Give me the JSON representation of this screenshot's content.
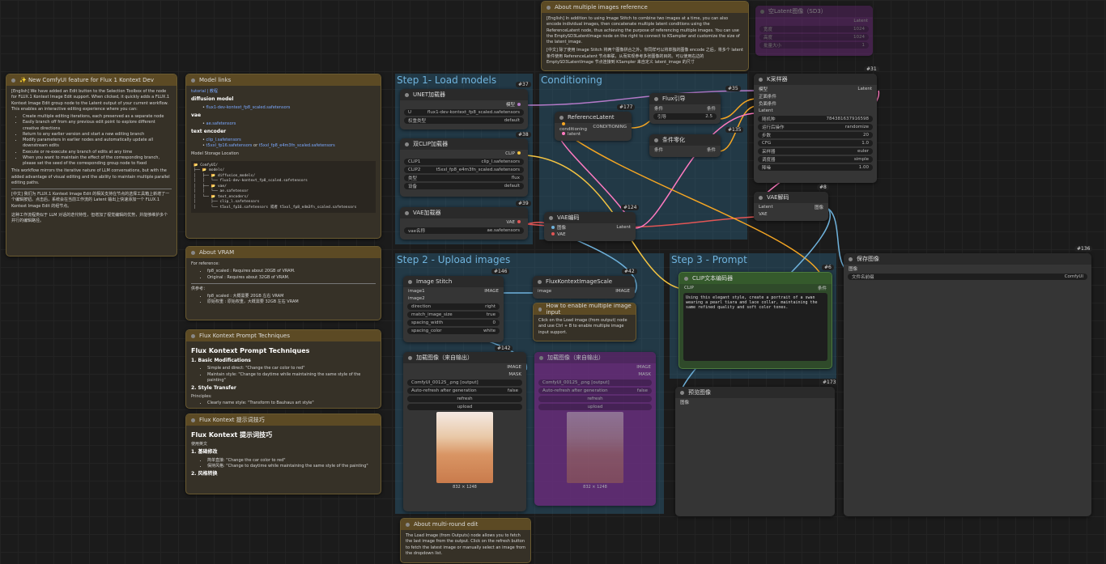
{
  "groups": {
    "step1": "Step 1- Load models",
    "conditioning": "Conditioning",
    "step2": "Step 2 - Upload images",
    "step3": "Step 3 - Prompt"
  },
  "notes": {
    "new_feature": {
      "title": "✨ New ComfyUI feature for Flux 1 Kontext Dev",
      "p1": "[English] We have added an Edit button to the Selection Toolbox of the node for FLUX.1 Kontext Image Edit support. When clicked, it quickly adds a FLUX.1 Kontext Image Edit group node to the Latent output of your current workflow. This enables an interactive editing experience where you can:",
      "bullets": [
        "Create multiple editing iterations, each preserved as a separate node",
        "Easily branch off from any previous edit point to explore different creative directions",
        "Return to any earlier version and start a new editing branch",
        "Modify parameters in earlier nodes and automatically update all downstream edits",
        "Execute or re-execute any branch of edits at any time",
        "When you want to maintain the effect of the corresponding branch, please set the seed of the corresponding group node to fixed"
      ],
      "p2": "This workflow mirrors the iterative nature of LLM conversations, but with the added advantage of visual editing and the ability to maintain multiple parallel editing paths.",
      "cn1": "[中文] 我们为 FLUX.1 Kontext Image Edit 的相关支持在节点的选择工具箱上新增了一个编辑按钮。点击后，系统会在当前工作流的 Latent 输出上快速添加一个 FLUX.1 Kontext Image Edit 的组节点。",
      "cn2": "这种工作流程类似于 LLM 对话的迭代特性，但增加了视觉编辑的优势，并能够维护多个并行的编辑路径。"
    },
    "model_links": {
      "title": "Model links",
      "tutorial": "tutorial | 教程",
      "diffusion_model": "diffusion model",
      "dm_link": "flux1-dev-kontext_fp8_scaled.safetensors",
      "vae": "vae",
      "vae_link": "ae.safetensors",
      "text_encoder": "text encoder",
      "te_link1": "clip_l.safetensors",
      "te_link2": "t5xxl_fp16.safetensors",
      "te_or": "or",
      "te_link3": "t5xxl_fp8_e4m3fn_scaled.safetensors",
      "storage": "Model Storage Location",
      "tree": [
        "📂 ComfyUI/",
        "├── 📂 models/",
        "│   ├── 📂 diffusion_models/",
        "│   │   └── flux1-dev-kontext_fp8_scaled.safetensors",
        "│   ├── 📂 vae/",
        "│   │   └── ae.safetensor",
        "│   └── 📂 text_encoders/",
        "│       ├── clip_l.safetensors",
        "│       └── t5xxl_fp16.safetensors 或者 t5xxl_fp8_e4m3fn_scaled.safetensors"
      ]
    },
    "vram": {
      "title": "About VRAM",
      "for_ref": "For reference:",
      "b1": "fp8_scaled : Requires about 20GB of VRAM.",
      "b2": "Original : Requires about 32GB of VRAM.",
      "cn_ref": "供参考：",
      "c1": "fp8_scaled : 大概需要 20GB 左右 VRAM",
      "c2": "原始权重 : 原始权重，大概需要 32GB 左右 VRAM"
    },
    "techniques": {
      "title": "Flux Kontext Prompt Techniques",
      "h1": "Flux Kontext Prompt Techniques",
      "s1": "1. Basic Modifications",
      "s1b": [
        "Simple and direct: \"Change the car color to red\"",
        "Maintain style: \"Change to daytime while maintaining the same style of the painting\""
      ],
      "s2": "2. Style Transfer",
      "principles": "Principles:",
      "p1": "Clearly name style: \"Transform to Bauhaus art style\""
    },
    "techniques_cn": {
      "title": "Flux Kontext 提示词技巧",
      "h1": "Flux Kontext 提示词技巧",
      "lang": "使用英文",
      "s1": "1. 基础修改",
      "s1b": [
        "简单直接: \"Change the car color to red\"",
        "保持风格: \"Change to daytime while maintaining the same style of the painting\""
      ],
      "s2": "2. 风格转换"
    },
    "multi_image": {
      "title": "About multiple images reference",
      "p1": "[English] In addition to using Image Stitch to combine two images at a time, you can also encode individual images, then concatenate multiple latent conditions using the ReferenceLatent node, thus achieving the purpose of referencing multiple images. You can use the EmptySD3LatentImage node on the right to connect to KSampler and customize the size of the latent_image.",
      "p2": "[中文] 除了使用 Image Stitch 将两个图像拼合之外，你同样可以将单独的图像 encode 之后，将多个 latent 条件使用 ReferenceLatent 节点串联，从而实现参考多张图像的目的。可以使用右边的 EmptySD3LatentImage 节点连接到 KSampler 来自定义 latent_image 的尺寸"
    },
    "how_multi": {
      "title": "How to enable multiple image input",
      "text": "Click on the Load image (from output) node and use Ctrl + B to enable multiple image input support."
    },
    "multi_round": {
      "title": "About multi-round edit",
      "text": "The Load Image (from Outputs) node allows you to fetch the last image from the output. Click on the refresh button to fetch the latest image or manually select an image from the dropdown list."
    }
  },
  "nodes": {
    "unet": {
      "badge": "#37",
      "title": "UNET加载器",
      "out": "模型",
      "w1_label": "U",
      "w1_value": "flux1-dev-kontext_fp8_scaled.safetensors",
      "w2_label": "权重类型",
      "w2_value": "default"
    },
    "clip": {
      "badge": "#38",
      "title": "双CLIP加载器",
      "out": "CLIP",
      "w1_label": "CLIP1",
      "w1_value": "clip_l.safetensors",
      "w2_label": "CLIP2",
      "w2_value": "t5xxl_fp8_e4m3fn_scaled.safetensors",
      "w3_label": "类型",
      "w3_value": "flux",
      "w4_label": "设备",
      "w4_value": "default"
    },
    "vae_loader": {
      "badge": "#39",
      "title": "VAE加载器",
      "out": "VAE",
      "w1_label": "vae名称",
      "w1_value": "ae.safetensors"
    },
    "ref_latent": {
      "badge": "#177",
      "title": "ReferenceLatent",
      "in1": "conditioning",
      "in2": "latent",
      "out": "CONDITIONING"
    },
    "flux_guide": {
      "badge": "#35",
      "title": "Flux引导",
      "in": "条件",
      "out": "条件",
      "w_label": "引导",
      "w_value": "2.5"
    },
    "cond_zero": {
      "badge": "#135",
      "title": "条件零化",
      "in": "条件",
      "out": "条件"
    },
    "vae_encode": {
      "badge": "#124",
      "title": "VAE编码",
      "in1": "图像",
      "in2": "VAE",
      "out": "Latent"
    },
    "ksampler": {
      "badge": "#31",
      "title": "K采样器",
      "in1": "模型",
      "in2": "正面条件",
      "in3": "负面条件",
      "in4": "Latent",
      "out": "Latent",
      "widgets": [
        [
          "随机种",
          "784381637916598"
        ],
        [
          "运行后操作",
          "randomize"
        ],
        [
          "步数",
          "20"
        ],
        [
          "CFG",
          "1.0"
        ],
        [
          "采样器",
          "euler"
        ],
        [
          "调度器",
          "simple"
        ],
        [
          "降噪",
          "1.00"
        ]
      ]
    },
    "vae_decode": {
      "badge": "#8",
      "title": "VAE解码",
      "in1": "Latent",
      "in2": "VAE",
      "out": "图像"
    },
    "save": {
      "badge": "#136",
      "title": "保存图像",
      "in": "图像",
      "w_label": "文件名前缀",
      "w_value": "ComfyUI"
    },
    "stitch": {
      "badge": "#146",
      "title": "Image Stitch",
      "in1": "image1",
      "in2": "image2",
      "out": "IMAGE",
      "widgets": [
        [
          "direction",
          "right"
        ],
        [
          "match_image_size",
          "true"
        ],
        [
          "spacing_width",
          "0"
        ],
        [
          "spacing_color",
          "white"
        ]
      ]
    },
    "scale": {
      "badge": "#42",
      "title": "FluxKontextImageScale",
      "in": "image",
      "out": "IMAGE"
    },
    "load_img": {
      "badge": "#142",
      "title": "加载图像（来自输出）",
      "out1": "IMAGE",
      "out2": "MASK",
      "image": "ComfyUI_00125_.png [output]",
      "auto": "Auto-refresh after generation",
      "auto_val": "false",
      "refresh": "refresh",
      "upload": "upload",
      "size": "832 × 1248"
    },
    "load_img2": {
      "title": "加载图像（来自输出）",
      "out1": "IMAGE",
      "out2": "MASK",
      "image": "ComfyUI_00125_.png [output]",
      "auto": "Auto-refresh after generation",
      "auto_val": "false",
      "refresh": "refresh",
      "upload": "upload",
      "size": "832 × 1248"
    },
    "clip_text": {
      "badge": "#6",
      "title": "CLIP文本编码器",
      "in": "CLIP",
      "out": "条件",
      "text": "Using this elegant style, create a portrait of a swan wearing a pearl tiara and lace collar, maintaining the same refined quality and soft color tones."
    },
    "preview": {
      "badge": "#173",
      "title": "预览图像",
      "in": "图像"
    },
    "empty_latent": {
      "title": "空Latent图像（SD3）",
      "out": "Latent",
      "w1_label": "宽度",
      "w1_value": "1024",
      "w2_label": "高度",
      "w2_value": "1024",
      "w3_label": "批量大小",
      "w3_value": "1"
    }
  },
  "colors": {
    "accent": "#6fb3dd",
    "note": "#5c4a24",
    "purple": "#6b2a7a"
  }
}
